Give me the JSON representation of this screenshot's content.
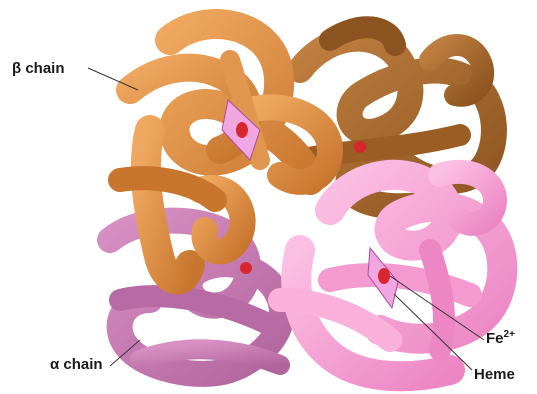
{
  "labels": {
    "beta_chain": "β chain",
    "alpha_chain": "α chain",
    "iron_base": "Fe",
    "iron_charge": "2+",
    "heme": "Heme"
  },
  "colors": {
    "beta_orange": "#d98a3e",
    "beta_brown": "#a86a2a",
    "alpha_mauve": "#c77bb3",
    "alpha_pink": "#f4a0d2",
    "heme_disc": "#f0a6e0",
    "iron_red": "#d8262e",
    "pointer_line": "#333333"
  },
  "icons": {
    "heme_group": "heme-disc-icon",
    "iron_atom": "iron-atom-icon"
  }
}
